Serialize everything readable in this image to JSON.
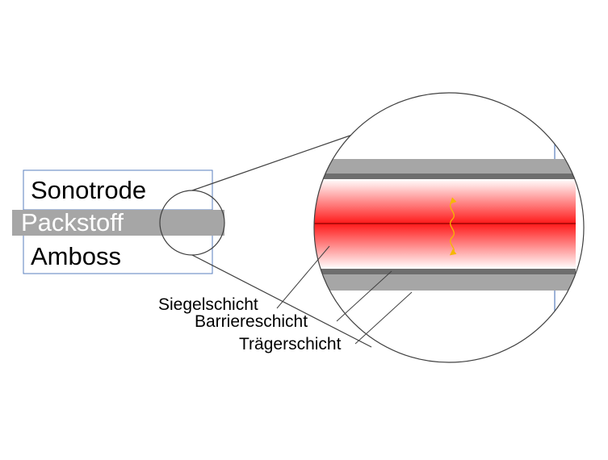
{
  "labels": {
    "sonotrode": "Sonotrode",
    "packstoff": "Packstoff",
    "amboss": "Amboss",
    "siegelschicht": "Siegelschicht",
    "barriereschicht": "Barriereschicht",
    "traegerschicht": "Trägerschicht"
  },
  "colors": {
    "box_border": "#5a7fbf",
    "packstoff_gray": "#a6a6a6",
    "layer_gray": "#a6a6a6",
    "layer_dark": "#6e6e6e",
    "seal_red": "#ff1a1a",
    "bond_line": "#8b0000",
    "wave": "#f5b800",
    "line": "#404040"
  },
  "icons": {
    "wave": "ultrasonic-wave-arrow-icon"
  }
}
